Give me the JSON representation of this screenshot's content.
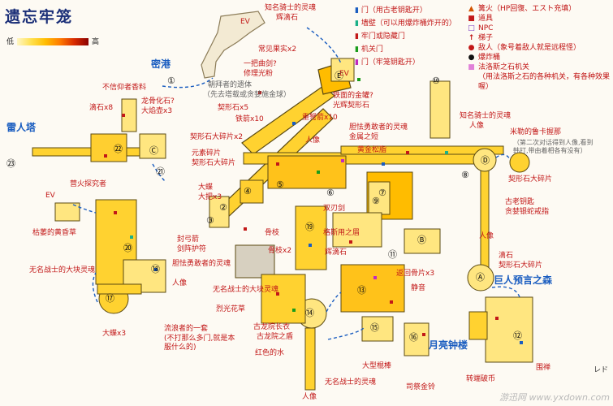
{
  "title": "遗忘牢笼",
  "scale": {
    "low": "低",
    "high": "高"
  },
  "legend": [
    {
      "symbol": "▲",
      "color": "#d35400",
      "text": "篝火（HP回復、エスト充填）"
    },
    {
      "symbol": "■",
      "color": "#c21818",
      "text": "道具"
    },
    {
      "symbol": "□",
      "color": "#7a38c0",
      "text": "NPC"
    },
    {
      "symbol": "↑",
      "color": "#c21818",
      "text": "梯子"
    },
    {
      "symbol": "●",
      "color": "#c21818",
      "text": "敌人（象号着敌人就是远程怪）"
    },
    {
      "symbol": "●",
      "color": "#111111",
      "text": "爆炸桶"
    },
    {
      "symbol": "■",
      "color": "#e080d8",
      "text": "法洛斯之石机关"
    },
    {
      "symbol": "",
      "color": "#c21818",
      "text": "（用法洛斯之石的各种机关，有各种效果喔）"
    }
  ],
  "door_legend": [
    {
      "text": "门（用古老钥匙开）",
      "color": "#1a5dc0"
    },
    {
      "text": "墙壁（可以用爆炸桶炸开的）",
      "color": "#1ab088"
    },
    {
      "text": "牢门或隐藏门",
      "color": "#c21818"
    },
    {
      "text": "机关门",
      "color": "#1a9c1a"
    },
    {
      "text": "门（牢笼钥匙开）",
      "color": "#c02ac0"
    }
  ],
  "markers": [
    "①",
    "②",
    "③",
    "④",
    "⑤",
    "⑥",
    "⑦",
    "⑧",
    "⑨",
    "⑩",
    "⑪",
    "⑫",
    "⑬",
    "⑭",
    "⑮",
    "⑯",
    "⑰",
    "⑱",
    "⑲",
    "⑳",
    "㉑",
    "㉒",
    "㉓",
    "Ⓐ",
    "Ⓑ",
    "Ⓒ",
    "Ⓓ",
    "Ⓔ"
  ],
  "labels": {
    "l1": "知名骑士的灵魂",
    "l2": "辉滴石",
    "l3": "常见果实x2",
    "l4": "一把曲剑?",
    "l5": "修理光粉",
    "l6": "朝拜者的遗体",
    "l7": "（先去塔载或贪婪施金球）",
    "l8": "密港",
    "l9": "不信仰者香料",
    "l10": "龙骨化石?",
    "l11": "大焰壶x3",
    "l12": "滴石x8",
    "l13": "契形石x5",
    "l14": "铁箭x10",
    "l15": "铁面的金罐?",
    "l16": "光辉契形石",
    "l17": "知名骑士的灵魂",
    "l18": "人像",
    "l19": "契形石大碎片x2",
    "l20": "重弩箭x10",
    "l21": "胆怯勇敢者的灵魂",
    "l22": "金属之短",
    "l23": "黄金松脂",
    "l24": "米勒的鲁卡握那",
    "l25": "（第二次对话得到人像,看到",
    "l26": "韩打,带由着相各有没有）",
    "l27": "雷人塔",
    "l28": "元素碎片",
    "l29": "契形石大碎片",
    "l30": "契形石大碎片",
    "l31": "古老钥匙",
    "l32": "贪婪银蛇戒指",
    "l33": "EV",
    "l34": "营火探究者",
    "l35": "大蝶",
    "l36": "大把x3",
    "l37": "双刃剑",
    "l38": "骨枝",
    "l39": "格斯用之眉",
    "l40": "枯萎的黄昏草",
    "l41": "封弓箭",
    "l42": "剑阵护符",
    "l43": "胆怯勇敢者的灵魂",
    "l44": "人像",
    "l45": "无名战士的大块灵魂",
    "l46": "骨枝x2",
    "l47": "辉滴石",
    "l48": "返回骨片x3",
    "l49": "滴石",
    "l50": "契形石大碎片",
    "l51": "巨人预言之森",
    "l52": "大蝶x3",
    "l53": "无名战士的大块灵魂",
    "l54": "烈光花草",
    "l55": "流浪者的一套",
    "l56": "(不打那么多门,就是本服什么的)",
    "l57": "古龙院长衣",
    "l58": "古龙院之盾",
    "l59": "红色的水",
    "l60": "人像",
    "l61": "大型棍棒",
    "l62": "无名战士的灵魂",
    "l63": "司祭金铃",
    "l64": "月亮钟楼",
    "l65": "静音",
    "l66": "转端破币",
    "l67": "围禅",
    "l68": "レド",
    "l69": "人像",
    "l70": "人像",
    "l71": "EV",
    "l72": "EV"
  },
  "watermark": "游迅网 www.yxdown.com"
}
